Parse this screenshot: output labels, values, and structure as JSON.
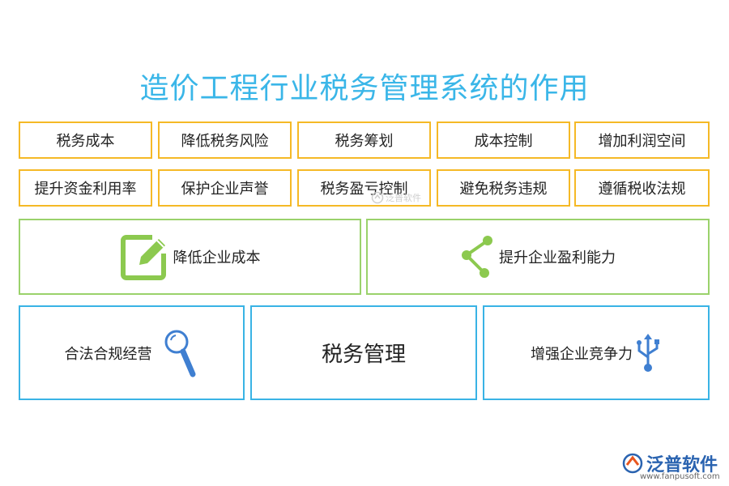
{
  "title": "造价工程行业税务管理系统的作用",
  "row1": [
    "税务成本",
    "降低税务风险",
    "税务筹划",
    "成本控制",
    "增加利润空间"
  ],
  "row2": [
    "提升资金利用率",
    "保护企业声誉",
    "税务盈亏控制",
    "避免税务违规",
    "遵循税收法规"
  ],
  "green_boxes": [
    {
      "label": "降低企业成本",
      "icon": "edit-icon"
    },
    {
      "label": "提升企业盈利能力",
      "icon": "share-icon"
    }
  ],
  "blue_boxes": [
    {
      "label": "合法合规经营",
      "icon": "magnifier-icon"
    },
    {
      "label": "税务管理"
    },
    {
      "label": "增强企业竞争力",
      "icon": "usb-icon"
    }
  ],
  "watermark_text": "泛普软件",
  "brand": {
    "name": "泛普软件",
    "url": "www.fanpusoft.com"
  },
  "colors": {
    "title": "#3ab6e8",
    "yellow": "#f5b926",
    "green": "#9ad26b",
    "blue": "#39b3e5"
  }
}
